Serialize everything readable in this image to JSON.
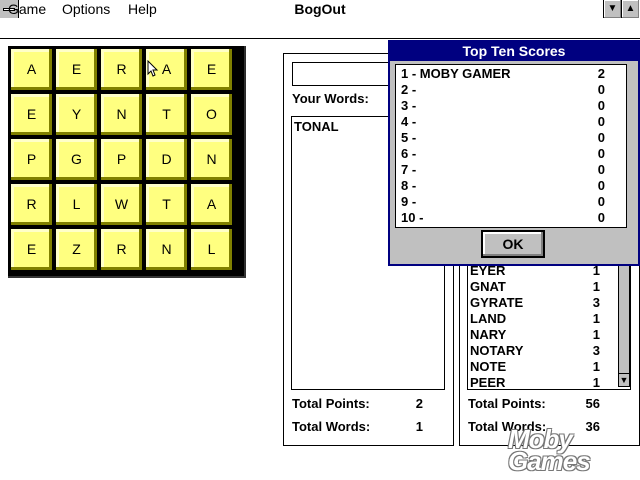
{
  "window": {
    "title": "BogOut"
  },
  "menu": {
    "items": [
      "Game",
      "Options",
      "Help"
    ]
  },
  "board": {
    "rows": [
      [
        "A",
        "E",
        "R",
        "A",
        "E"
      ],
      [
        "E",
        "Y",
        "N",
        "T",
        "O"
      ],
      [
        "P",
        "G",
        "P",
        "D",
        "N"
      ],
      [
        "R",
        "L",
        "W",
        "T",
        "A"
      ],
      [
        "E",
        "Z",
        "R",
        "N",
        "L"
      ]
    ]
  },
  "player": {
    "your_words_label": "Your Words:",
    "input_value": "",
    "words": [
      "TONAL"
    ],
    "total_points_label": "Total Points:",
    "total_points": "2",
    "total_words_label": "Total Words:",
    "total_words": "1"
  },
  "computer": {
    "words": [
      {
        "w": "EYER",
        "p": "1"
      },
      {
        "w": "GNAT",
        "p": "1"
      },
      {
        "w": "GYRATE",
        "p": "3"
      },
      {
        "w": "LAND",
        "p": "1"
      },
      {
        "w": "NARY",
        "p": "1"
      },
      {
        "w": "NOTARY",
        "p": "3"
      },
      {
        "w": "NOTE",
        "p": "1"
      },
      {
        "w": "PEER",
        "p": "1"
      }
    ],
    "total_points_label": "Total Points:",
    "total_points": "56",
    "total_words_label": "Total Words:",
    "total_words": "36"
  },
  "dialog": {
    "title": "Top Ten Scores",
    "scores": [
      {
        "rank": "1 - MOBY GAMER",
        "pts": "2"
      },
      {
        "rank": "2 -",
        "pts": "0"
      },
      {
        "rank": "3 -",
        "pts": "0"
      },
      {
        "rank": "4 -",
        "pts": "0"
      },
      {
        "rank": "5 -",
        "pts": "0"
      },
      {
        "rank": "6 -",
        "pts": "0"
      },
      {
        "rank": "7 -",
        "pts": "0"
      },
      {
        "rank": "8 -",
        "pts": "0"
      },
      {
        "rank": "9 -",
        "pts": "0"
      },
      {
        "rank": "10 -",
        "pts": "0"
      }
    ],
    "ok_label": "OK"
  },
  "watermark": {
    "line1": "Moby",
    "line2": "Games"
  },
  "icons": {
    "system_menu": "system-menu-icon",
    "minimize": "minimize-arrow-icon",
    "maximize": "maximize-arrow-icon",
    "scroll_down": "scroll-down-arrow-icon",
    "cursor": "mouse-pointer-icon"
  }
}
